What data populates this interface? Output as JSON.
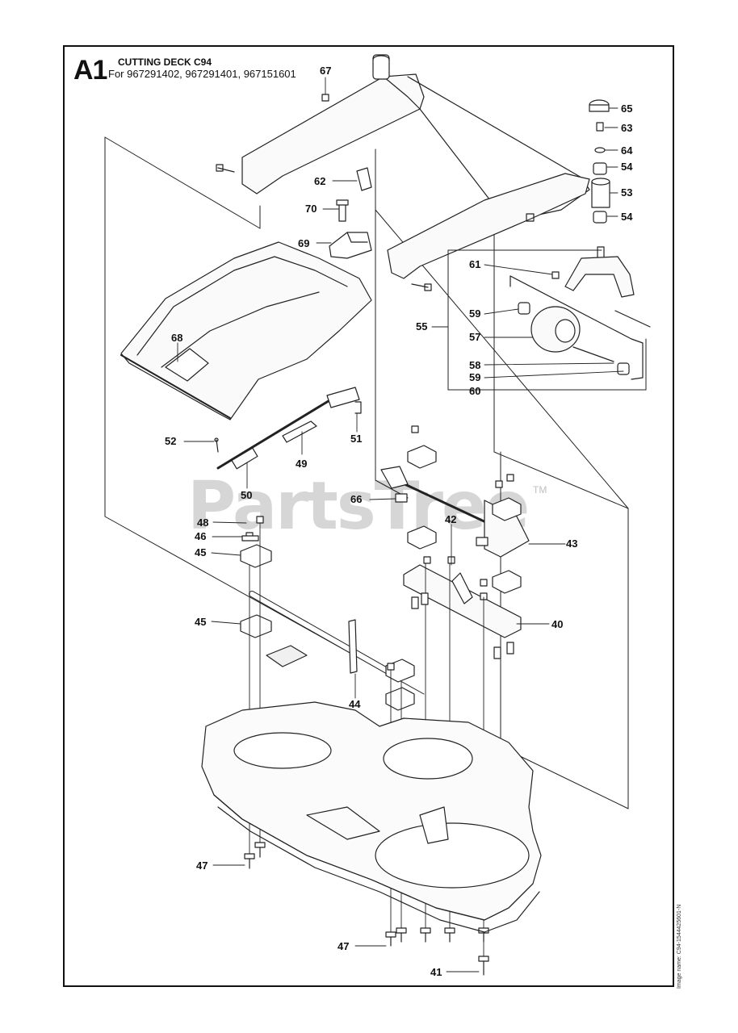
{
  "header": {
    "sheet_id": "A1",
    "title": "CUTTING DECK C94",
    "models": "For 967291402, 967291401, 967151601"
  },
  "watermark": {
    "text": "PartsTree",
    "tm": "TM"
  },
  "footer": {
    "image_name": "Image name: C94-1544425601-N"
  },
  "callouts": [
    {
      "id": "c67",
      "label": "67"
    },
    {
      "id": "c65",
      "label": "65"
    },
    {
      "id": "c63",
      "label": "63"
    },
    {
      "id": "c64",
      "label": "64"
    },
    {
      "id": "c54a",
      "label": "54"
    },
    {
      "id": "c53",
      "label": "53"
    },
    {
      "id": "c54b",
      "label": "54"
    },
    {
      "id": "c62",
      "label": "62"
    },
    {
      "id": "c70",
      "label": "70"
    },
    {
      "id": "c69",
      "label": "69"
    },
    {
      "id": "c61",
      "label": "61"
    },
    {
      "id": "c55",
      "label": "55"
    },
    {
      "id": "c59a",
      "label": "59"
    },
    {
      "id": "c57",
      "label": "57"
    },
    {
      "id": "c58",
      "label": "58"
    },
    {
      "id": "c59b",
      "label": "59"
    },
    {
      "id": "c60",
      "label": "60"
    },
    {
      "id": "c68",
      "label": "68"
    },
    {
      "id": "c52",
      "label": "52"
    },
    {
      "id": "c51",
      "label": "51"
    },
    {
      "id": "c49",
      "label": "49"
    },
    {
      "id": "c50",
      "label": "50"
    },
    {
      "id": "c66",
      "label": "66"
    },
    {
      "id": "c48",
      "label": "48"
    },
    {
      "id": "c46",
      "label": "46"
    },
    {
      "id": "c45a",
      "label": "45"
    },
    {
      "id": "c42",
      "label": "42"
    },
    {
      "id": "c43",
      "label": "43"
    },
    {
      "id": "c45b",
      "label": "45"
    },
    {
      "id": "c40",
      "label": "40"
    },
    {
      "id": "c44",
      "label": "44"
    },
    {
      "id": "c47a",
      "label": "47"
    },
    {
      "id": "c47b",
      "label": "47"
    },
    {
      "id": "c41",
      "label": "41"
    }
  ]
}
